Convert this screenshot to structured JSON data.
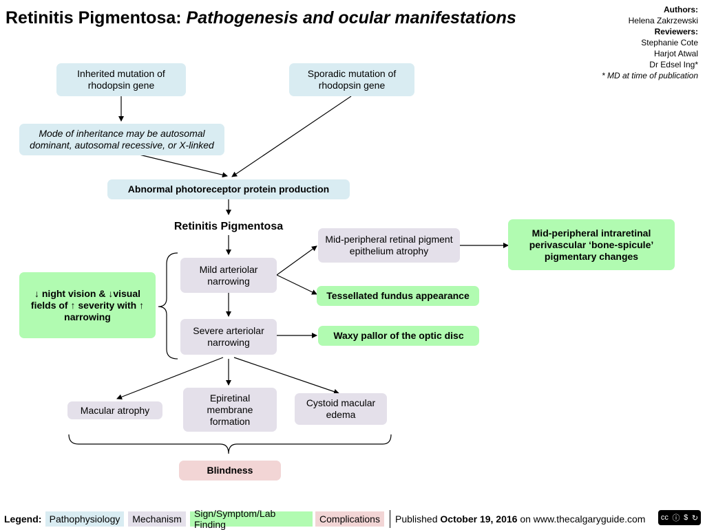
{
  "title": {
    "main": "Retinitis Pigmentosa:",
    "subtitle": "Pathogenesis and ocular manifestations"
  },
  "credits": {
    "authors_label": "Authors:",
    "authors": [
      "Helena Zakrzewski"
    ],
    "reviewers_label": "Reviewers:",
    "reviewers": [
      "Stephanie Cote",
      "Harjot Atwal",
      "Dr Edsel Ing*"
    ],
    "note": "* MD at time of publication"
  },
  "nodes": {
    "inherited": "Inherited mutation of rhodopsin gene",
    "sporadic": "Sporadic mutation of rhodopsin gene",
    "inheritance_mode": "Mode of inheritance may be autosomal dominant, autosomal recessive, or X-linked",
    "abnormal_protein": "Abnormal photoreceptor protein production",
    "rp": "Retinitis Pigmentosa",
    "mild": "Mild arteriolar narrowing",
    "severe": "Severe arteriolar narrowing",
    "rpe_atrophy": "Mid-peripheral retinal pigment epithelium atrophy",
    "bone_spicule": "Mid-peripheral intraretinal perivascular ‘bone-spicule’ pigmentary changes",
    "tessellated": "Tessellated fundus appearance",
    "waxy_pallor": "Waxy pallor of the optic disc",
    "night_vision": "↓ night vision & ↓visual fields of ↑ severity with ↑ narrowing",
    "macular_atrophy": "Macular atrophy",
    "erm": "Epiretinal membrane formation",
    "cme": "Cystoid macular edema",
    "blindness": "Blindness"
  },
  "legend": {
    "label": "Legend:",
    "items": [
      {
        "label": "Pathophysiology",
        "color": "#d9ecf2"
      },
      {
        "label": "Mechanism",
        "color": "#e4e0ea"
      },
      {
        "label": "Sign/Symptom/Lab Finding",
        "color": "#b1fbb1"
      },
      {
        "label": "Complications",
        "color": "#f2d5d5"
      }
    ]
  },
  "published": {
    "prefix": "Published",
    "date": "October 19, 2016",
    "suffix": "on www.thecalgaryguide.com"
  },
  "license_icon": "cc-by-nc-sa-icon"
}
